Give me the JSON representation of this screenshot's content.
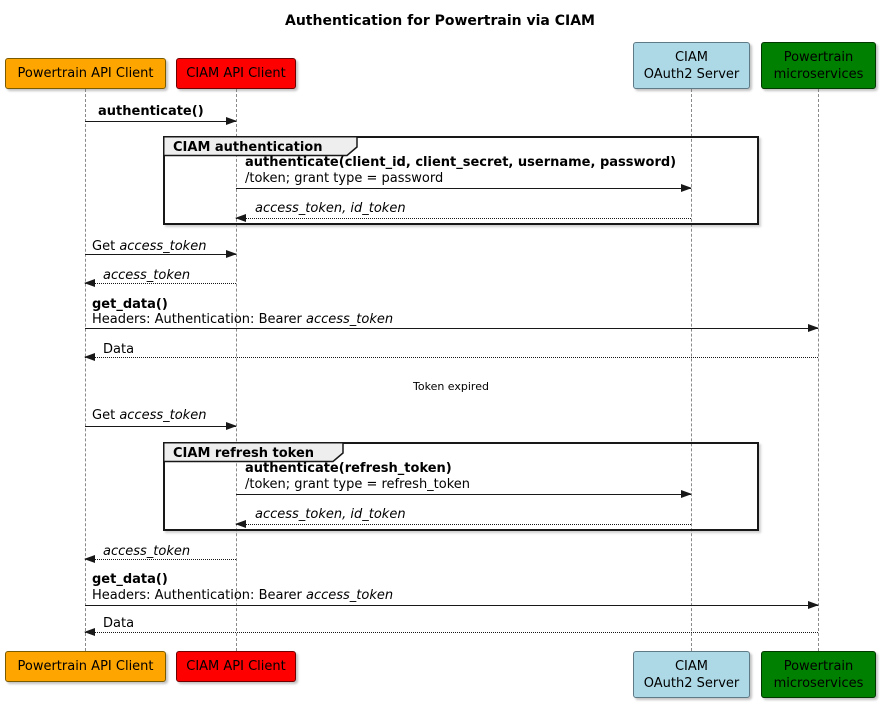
{
  "title": "Authentication for Powertrain via CIAM",
  "participants": {
    "powertrain_client": {
      "label": "Powertrain API Client",
      "fill": "#FFA500",
      "border": "#7a5b00"
    },
    "ciam_client": {
      "label": "CIAM API Client",
      "fill": "#FF0000",
      "border": "#6e0000"
    },
    "oauth_server": {
      "line1": "CIAM",
      "line2": "OAuth2 Server",
      "fill": "#ADD8E6",
      "border": "#5e7a86"
    },
    "microservices": {
      "line1": "Powertrain",
      "line2": "microservices",
      "fill": "#008000",
      "border": "#003800"
    }
  },
  "frames": {
    "auth": {
      "label": "CIAM authentication"
    },
    "refresh": {
      "label": "CIAM refresh token"
    }
  },
  "messages": {
    "authenticate": "authenticate()",
    "auth_request_line1": "authenticate(client_id, client_secret, username, password)",
    "auth_request_line2": "/token; grant type = password",
    "token_return": "access_token, id_token",
    "get_prefix": "Get ",
    "access_token": "access_token",
    "get_data": "get_data()",
    "headers_prefix": "Headers: Authentication: Bearer ",
    "data_return": "Data",
    "delay_note": "Token expired",
    "refresh_request_line1": "authenticate(refresh_token)",
    "refresh_request_line2": "/token; grant type = refresh_token"
  },
  "colors": {
    "frame_border": "#181818",
    "frame_header_fill": "#EEEEEE",
    "lifeline": "#8a8a8a",
    "arrow": "#181818"
  }
}
